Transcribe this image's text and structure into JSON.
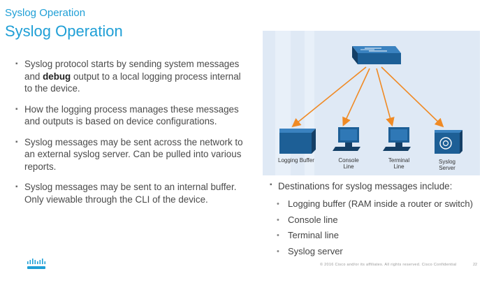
{
  "header": {
    "section_title": "Syslog Operation",
    "slide_title": "Syslog Operation"
  },
  "left_bullets": [
    {
      "pre": "Syslog protocol starts by sending system messages and ",
      "bold": "debug",
      "post": " output to a local logging process internal to the device."
    },
    {
      "pre": "How the logging process manages these messages and outputs is based on device configurations.",
      "bold": "",
      "post": ""
    },
    {
      "pre": "Syslog messages may be sent across the network to an external syslog server. Can be pulled into various reports.",
      "bold": "",
      "post": ""
    },
    {
      "pre": "Syslog messages may be sent to an internal buffer. Only viewable through the CLI of the device.",
      "bold": "",
      "post": ""
    }
  ],
  "diagram": {
    "labels": {
      "buffer": "Logging Buffer",
      "console_1": "Console",
      "console_2": "Line",
      "terminal_1": "Terminal",
      "terminal_2": "Line",
      "syslog_1": "Syslog",
      "syslog_2": "Server"
    },
    "colors": {
      "arrow": "#f08a24",
      "device": "#1d5f96",
      "device_dark": "#143f66",
      "background": "#dfe9f5"
    }
  },
  "destinations": {
    "heading": "Destinations for syslog messages include:",
    "items": [
      "Logging buffer (RAM inside a router or switch)",
      "Console line",
      "Terminal line",
      "Syslog server"
    ]
  },
  "footer": {
    "copyright": "© 2016  Cisco and/or its affiliates. All rights reserved.   Cisco Confidential",
    "page": "22"
  }
}
